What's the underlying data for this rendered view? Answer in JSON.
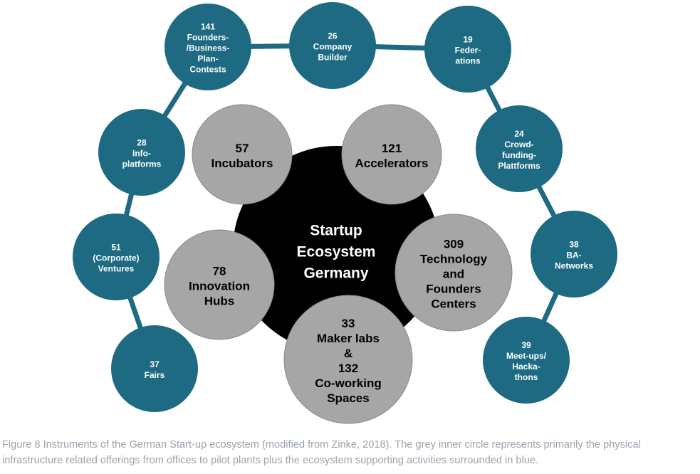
{
  "diagram": {
    "colors": {
      "blue": "#1d6a82",
      "grey": "#a6a6a6",
      "center": "#000000",
      "connector": "#1d6a82"
    },
    "center": {
      "lines": [
        "Startup",
        "Ecosystem",
        "Germany"
      ]
    },
    "inner_circles": [
      {
        "id": "incubators",
        "lines": [
          "57",
          "Incubators"
        ]
      },
      {
        "id": "accelerators",
        "lines": [
          "121",
          "Accelerators"
        ]
      },
      {
        "id": "technology-founders-centers",
        "lines": [
          "309",
          "Technology",
          "and",
          "Founders",
          "Centers"
        ]
      },
      {
        "id": "maker-labs-coworking",
        "lines": [
          "33",
          "Maker labs",
          "&",
          "132",
          "Co-working",
          "Spaces"
        ]
      },
      {
        "id": "innovation-hubs",
        "lines": [
          "78",
          "Innovation",
          "Hubs"
        ]
      }
    ],
    "outer_circles": [
      {
        "id": "founders-contests",
        "lines": [
          "141",
          "Founders-",
          "/Business-",
          "Plan-",
          "Contests"
        ]
      },
      {
        "id": "company-builder",
        "lines": [
          "26",
          "Company",
          "Builder"
        ]
      },
      {
        "id": "federations",
        "lines": [
          "19",
          "Feder-",
          "ations"
        ]
      },
      {
        "id": "crowdfunding-platforms",
        "lines": [
          "24",
          "Crowd-",
          "funding-",
          "Plattforms"
        ]
      },
      {
        "id": "ba-networks",
        "lines": [
          "38",
          "BA-",
          "Networks"
        ]
      },
      {
        "id": "meetups-hackathons",
        "lines": [
          "39",
          "Meet-ups/",
          "Hacka-",
          "thons"
        ]
      },
      {
        "id": "fairs",
        "lines": [
          "37",
          "Fairs"
        ]
      },
      {
        "id": "corporate-ventures",
        "lines": [
          "51",
          "(Corporate)",
          "Ventures"
        ]
      },
      {
        "id": "info-platforms",
        "lines": [
          "28",
          "Info-",
          "platforms"
        ]
      }
    ]
  },
  "caption": "Figure 8 Instruments of the German Start-up ecosystem (modified from Zinke, 2018). The grey inner circle represents primarily the physical infrastructure related offerings from offices to pilot plants plus the ecosystem supporting activities surrounded in blue."
}
